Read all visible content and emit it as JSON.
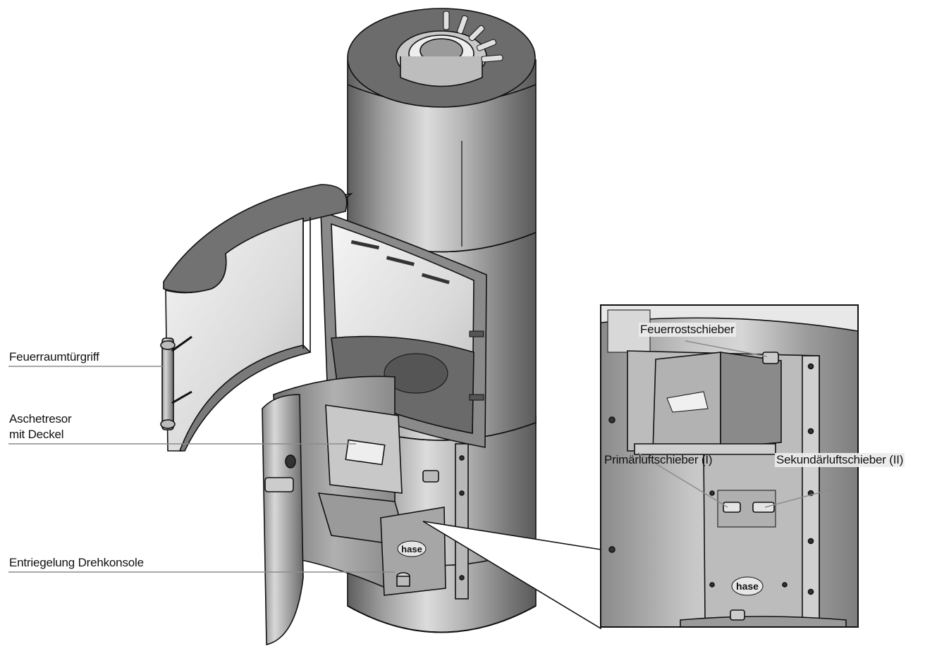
{
  "labels": {
    "feuerraumtuergriff": "Feuerraumtürgriff",
    "aschetresor_line1": "Aschetresor",
    "aschetresor_line2": "mit Deckel",
    "entriegelung": "Entriegelung Drehkonsole",
    "feuerrostschieber": "Feuerrostschieber",
    "primaerluftschieber": "Primärluftschieber (I)",
    "sekundaerluftschieber": "Sekundärluftschieber (II)"
  },
  "logos": {
    "main_panel": "hase",
    "detail_panel": "hase"
  },
  "colors": {
    "steel_dark": "#6e6e6e",
    "steel_mid": "#9a9a9a",
    "steel_light": "#d2d2d2",
    "outline": "#111111",
    "leader": "#8c8c8c"
  }
}
